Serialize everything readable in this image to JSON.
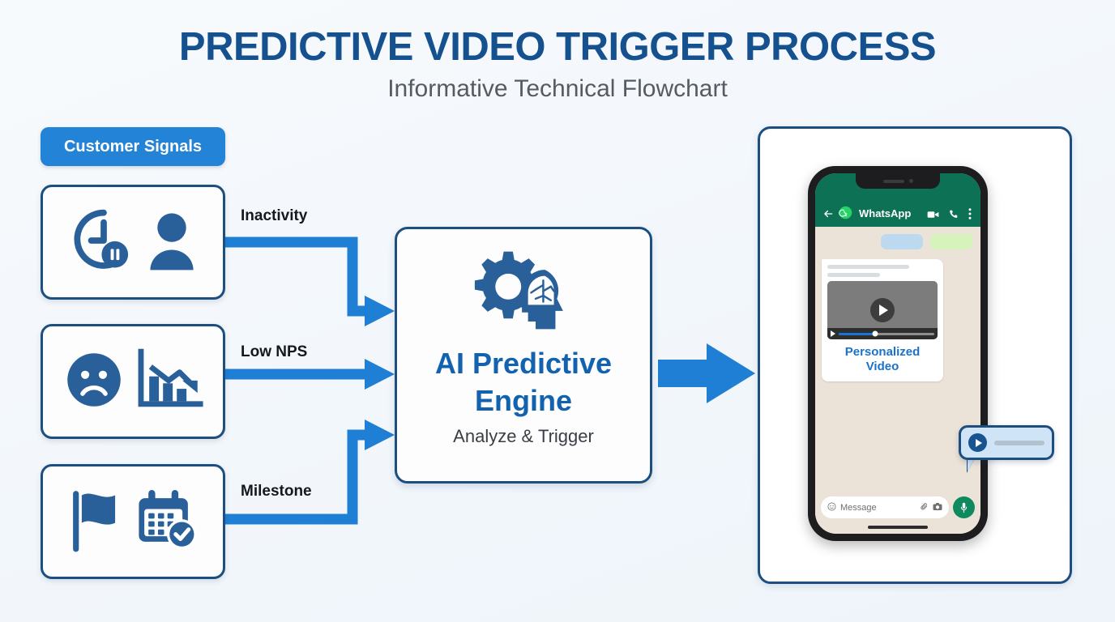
{
  "header": {
    "title": "PREDICTIVE VIDEO TRIGGER PROCESS",
    "subtitle": "Informative Technical Flowchart"
  },
  "colors": {
    "brand_dark_blue": "#15508f",
    "brand_blue": "#2383d6",
    "card_border": "#1c4e80",
    "icon_blue": "#2a6099",
    "whatsapp_header_green": "#0d7155",
    "whatsapp_logo_green": "#25d366",
    "chat_background": "#ece3d8",
    "accent_caption_blue": "#1a72cc",
    "page_background": "#f3f7fb"
  },
  "left_column": {
    "badge_label": "Customer Signals",
    "cards": [
      {
        "name": "inactivity",
        "icons": [
          "clock-pause-icon",
          "user-icon"
        ]
      },
      {
        "name": "low-nps",
        "icons": [
          "sad-face-icon",
          "declining-chart-icon"
        ]
      },
      {
        "name": "milestone",
        "icons": [
          "flag-icon",
          "calendar-check-icon"
        ]
      }
    ]
  },
  "connectors": {
    "labels": [
      "Inactivity",
      "Low NPS",
      "Milestone"
    ],
    "color": "#1f7fd4"
  },
  "engine": {
    "icon": "gear-brain-head-icon",
    "title_line1": "AI Predictive",
    "title_line2": "Engine",
    "subtitle": "Analyze & Trigger"
  },
  "phone": {
    "app_bar": {
      "back_icon": "back-arrow-icon",
      "logo_icon": "whatsapp-logo-icon",
      "app_name": "WhatsApp",
      "video_call_icon": "video-camera-icon",
      "voice_call_icon": "phone-icon",
      "menu_icon": "overflow-menu-icon"
    },
    "media_message": {
      "video_icon": "play-button-icon",
      "progress_percent": 38,
      "caption_line1": "Personalized",
      "caption_line2": "Video"
    },
    "input_bar": {
      "emoji_icon": "emoji-smiley-icon",
      "placeholder": "Message",
      "attach_icon": "paperclip-icon",
      "camera_icon": "camera-icon",
      "mic_icon": "microphone-icon"
    }
  },
  "notification_bubble": {
    "icon": "play-button-icon"
  }
}
